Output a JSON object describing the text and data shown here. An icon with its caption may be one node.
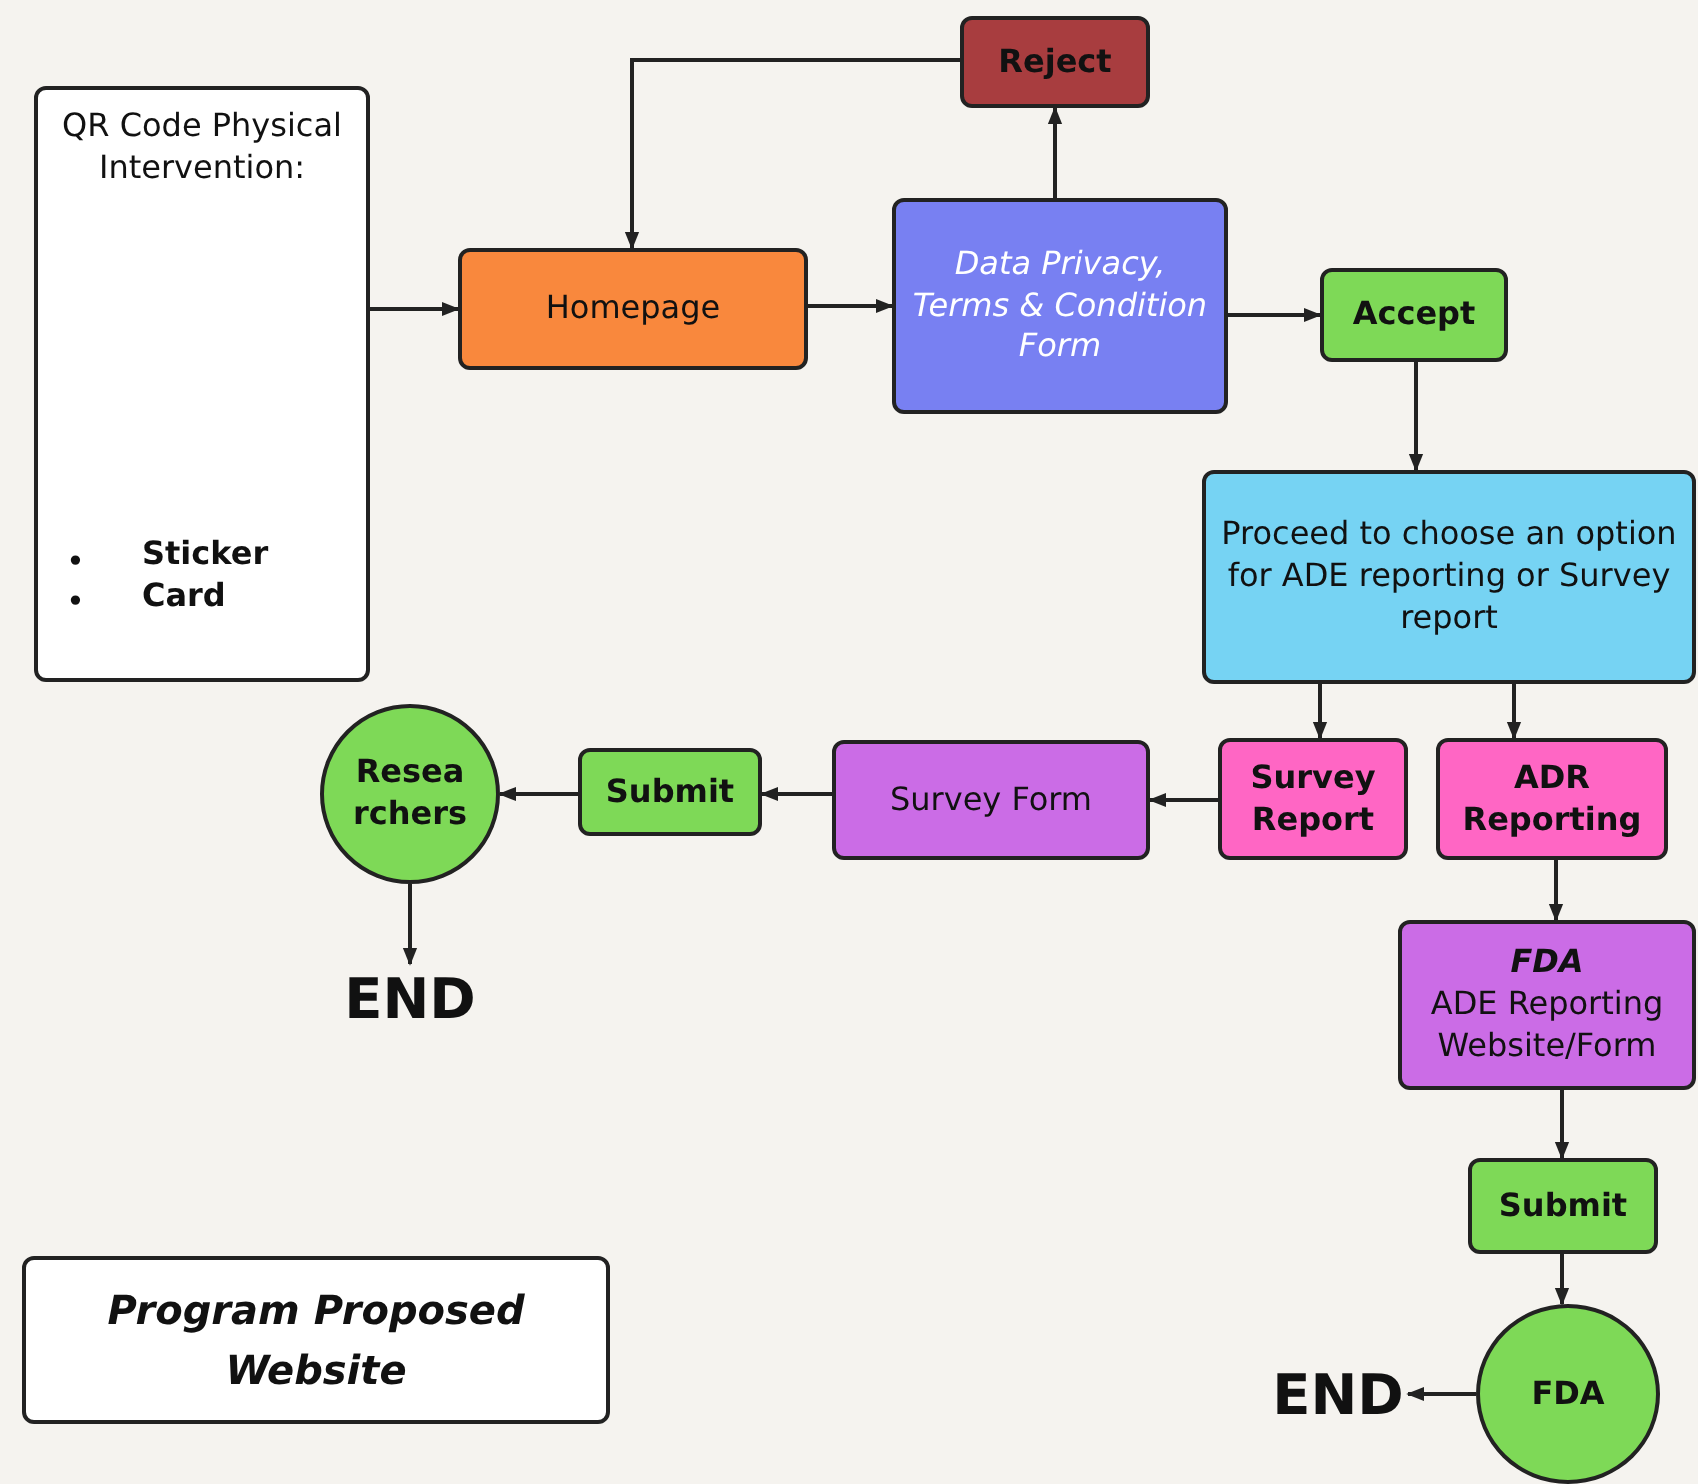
{
  "diagram": {
    "nodes": [
      {
        "text": [
          "QR Code Physical Intervention:",
          "Sticker",
          "Card"
        ]
      },
      {
        "text": [
          "Homepage"
        ]
      },
      {
        "text": [
          "Reject"
        ]
      },
      {
        "text": [
          "Data Privacy, Terms & Condition Form"
        ]
      },
      {
        "text": [
          "Accept"
        ]
      },
      {
        "text": [
          "Proceed to choose an option for ADE reporting or Survey report"
        ]
      },
      {
        "text": [
          "Survey Report"
        ]
      },
      {
        "text": [
          "ADR Reporting"
        ]
      },
      {
        "text": [
          "Survey Form"
        ]
      },
      {
        "text": [
          "Submit"
        ]
      },
      {
        "text": [
          "Researchers"
        ]
      },
      {
        "text": [
          "END"
        ]
      },
      {
        "text": [
          "FDA",
          "ADE Reporting Website/Form"
        ]
      },
      {
        "text": [
          "Submit"
        ]
      },
      {
        "text": [
          "FDA"
        ]
      },
      {
        "text": [
          "END"
        ]
      },
      {
        "text": [
          "Program Proposed Website"
        ]
      }
    ],
    "edges": [
      {
        "from": 0,
        "to": 1,
        "arrow": "to"
      },
      {
        "from": 1,
        "to": 3,
        "arrow": "to"
      },
      {
        "from": 3,
        "to": 2,
        "arrow": "to"
      },
      {
        "from": 2,
        "to": 1,
        "arrow": "to"
      },
      {
        "from": 3,
        "to": 4,
        "arrow": "to"
      },
      {
        "from": 4,
        "to": 5,
        "arrow": "to"
      },
      {
        "from": 5,
        "to": 6,
        "arrow": "to"
      },
      {
        "from": 5,
        "to": 7,
        "arrow": "to"
      },
      {
        "from": 6,
        "to": 8,
        "arrow": "to"
      },
      {
        "from": 8,
        "to": 9,
        "arrow": "to"
      },
      {
        "from": 9,
        "to": 10,
        "arrow": "to"
      },
      {
        "from": 10,
        "to": 11,
        "arrow": "to"
      },
      {
        "from": 7,
        "to": 12,
        "arrow": "to"
      },
      {
        "from": 12,
        "to": 13,
        "arrow": "to"
      },
      {
        "from": 13,
        "to": 14,
        "arrow": "to"
      },
      {
        "from": 14,
        "to": 15,
        "arrow": "to"
      }
    ],
    "labels": [
      "•",
      "•"
    ]
  }
}
